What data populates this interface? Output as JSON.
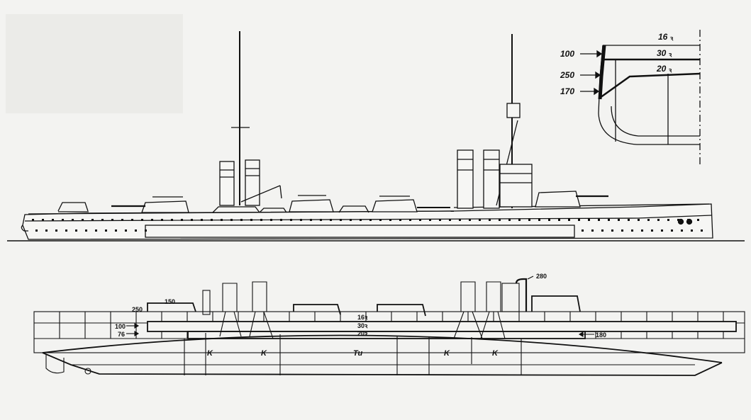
{
  "colors": {
    "ink": "#111111",
    "paper": "#f3f3f1",
    "armor": "#1a1a1a"
  },
  "section_detail": {
    "deck_labels": [
      "16",
      "30",
      "20"
    ],
    "deck_suffix": "ꝛ",
    "belt_labels": [
      "100",
      "250",
      "170"
    ]
  },
  "plan_view": {
    "turret_label_left": "250",
    "turret_label_top": "150",
    "funnel_label": "280",
    "belt_labels_left": [
      "100",
      "76"
    ],
    "deck_labels": [
      "16",
      "30",
      "20"
    ],
    "deck_suffix": "ꝛ",
    "belt_label_right": "180",
    "compartments": [
      "K",
      "K",
      "Tu",
      "K",
      "K"
    ]
  }
}
